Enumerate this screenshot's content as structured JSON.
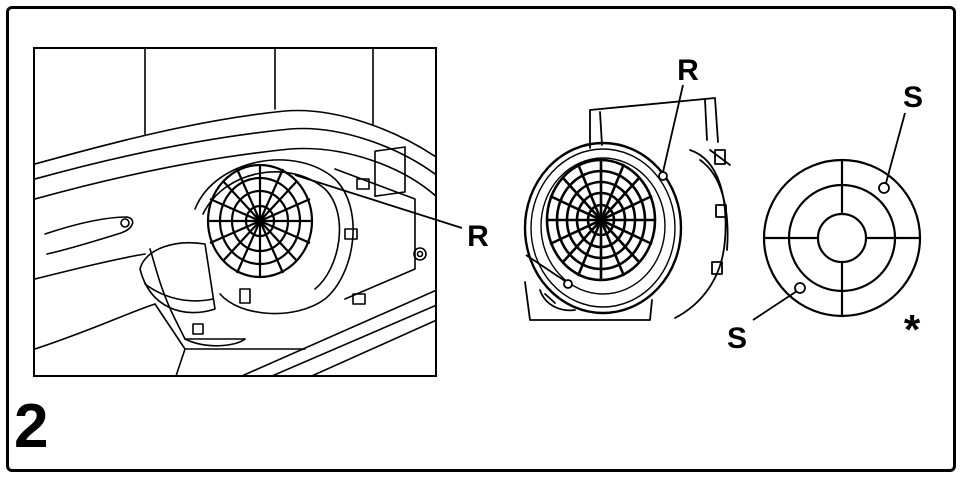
{
  "step_number": "2",
  "labels": {
    "r_top": "R",
    "r_middle": "R",
    "s_top": "S",
    "s_bottom": "S",
    "asterisk": "*"
  },
  "colors": {
    "line": "#000000",
    "background": "#ffffff",
    "shade": "#d9d9d9"
  }
}
